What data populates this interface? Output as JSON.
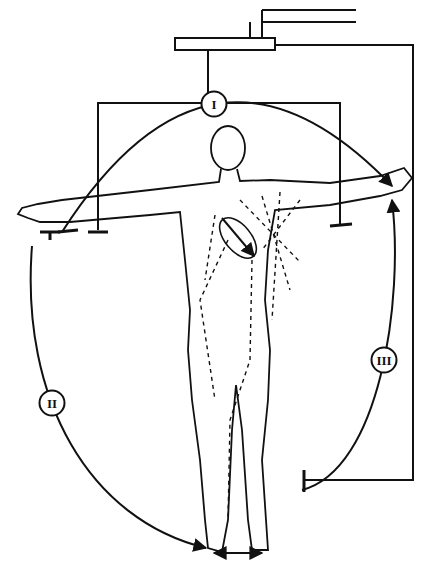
{
  "diagram": {
    "nodes": [
      {
        "text": [
          "I"
        ]
      },
      {
        "text": [
          "II"
        ]
      },
      {
        "text": [
          "III"
        ]
      }
    ]
  }
}
